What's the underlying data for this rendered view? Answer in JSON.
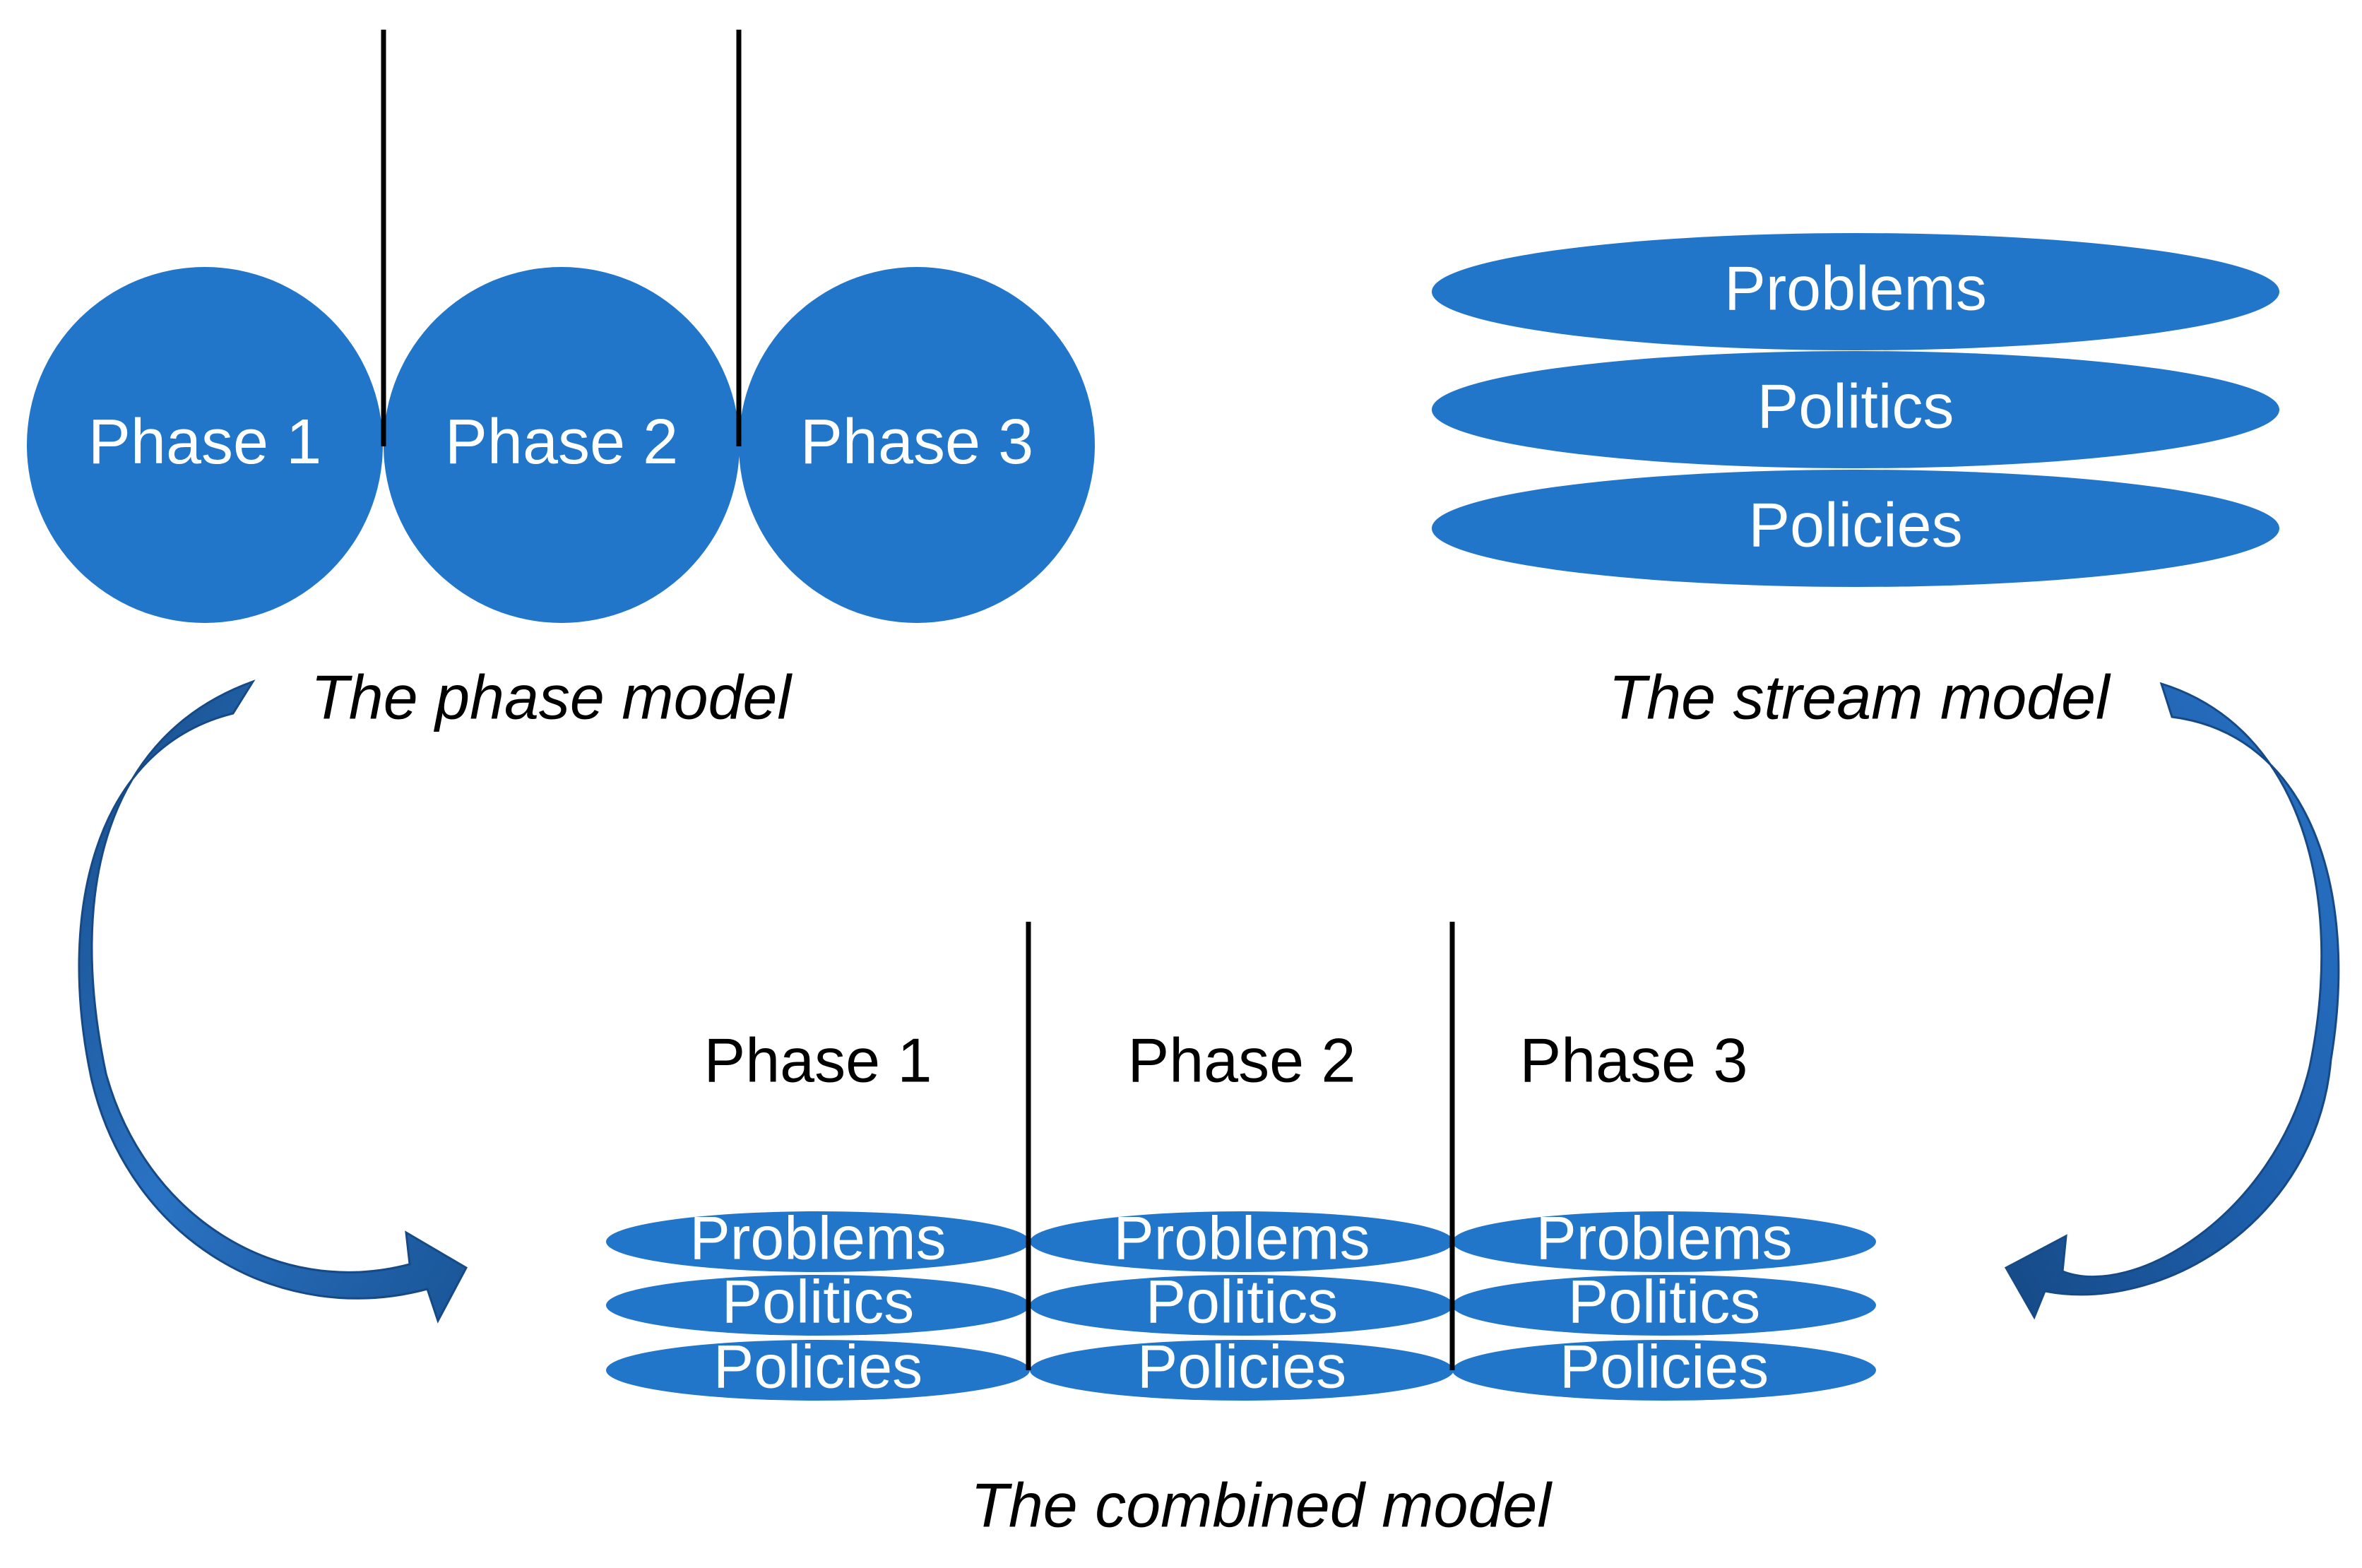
{
  "colors": {
    "shape_fill": "#2176C9",
    "arrow_fill": "#1F5FA8",
    "arrow_dark": "#184E8C",
    "divider": "#000000",
    "text_on_shape": "#FFFFFF",
    "text_dark": "#000000"
  },
  "phase_model": {
    "caption": "The phase model",
    "phases": [
      "Phase 1",
      "Phase 2",
      "Phase 3"
    ]
  },
  "stream_model": {
    "caption": "The stream model",
    "streams": [
      "Problems",
      "Politics",
      "Policies"
    ]
  },
  "combined_model": {
    "caption": "The combined model",
    "phase_headers": [
      "Phase 1",
      "Phase 2",
      "Phase 3"
    ],
    "columns": [
      {
        "streams": [
          "Problems",
          "Politics",
          "Policies"
        ]
      },
      {
        "streams": [
          "Problems",
          "Politics",
          "Policies"
        ]
      },
      {
        "streams": [
          "Problems",
          "Politics",
          "Policies"
        ]
      }
    ]
  },
  "arrows": {
    "left": {
      "icon": "curved-arrow-right-icon"
    },
    "right": {
      "icon": "curved-arrow-left-icon"
    }
  }
}
